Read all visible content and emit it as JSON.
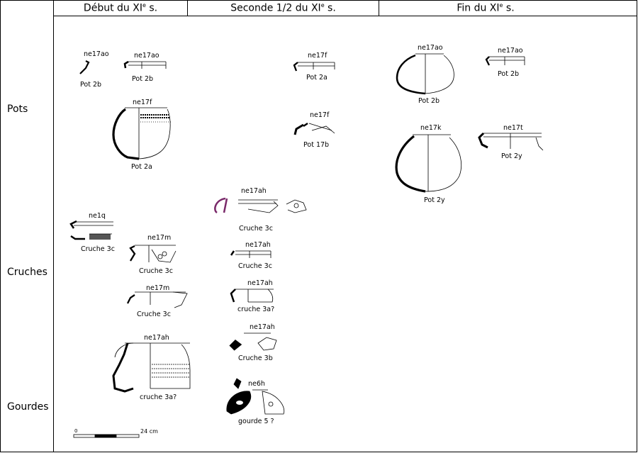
{
  "columns": [
    {
      "label": "Début du XI",
      "sup": "e",
      "suffix": " s."
    },
    {
      "label": "Seconde 1/2 du XI",
      "sup": "e",
      "suffix": " s."
    },
    {
      "label": "Fin du XI",
      "sup": "e",
      "suffix": " s."
    }
  ],
  "rows": [
    "Pots",
    "Cruches",
    "Gourdes"
  ],
  "items": [
    {
      "code": "ne17ao",
      "name": "Pot 2b"
    },
    {
      "code": "ne17ao",
      "name": "Pot 2b"
    },
    {
      "code": "ne17f",
      "name": "Pot 2a"
    },
    {
      "code": "ne1q",
      "name": "Cruche 3c"
    },
    {
      "code": "ne17m",
      "name": "Cruche 3c"
    },
    {
      "code": "ne17m",
      "name": "Cruche 3c"
    },
    {
      "code": "ne17ah",
      "name": "cruche 3a?"
    },
    {
      "code": "ne17f",
      "name": "Pot 2a"
    },
    {
      "code": "ne17f",
      "name": "Pot 17b"
    },
    {
      "code": "ne17ah",
      "name": "Cruche 3c"
    },
    {
      "code": "ne17ah",
      "name": "Cruche 3c"
    },
    {
      "code": "ne17ah",
      "name": "cruche 3a?"
    },
    {
      "code": "ne17ah",
      "name": "Cruche 3b"
    },
    {
      "code": "ne6h",
      "name": "gourde 5 ?"
    },
    {
      "code": "ne17ao",
      "name": "Pot 2b"
    },
    {
      "code": "ne17ao",
      "name": "Pot 2b"
    },
    {
      "code": "ne17k",
      "name": "Pot 2y"
    },
    {
      "code": "ne17t",
      "name": "Pot 2y"
    }
  ],
  "scale": {
    "start": "0",
    "end": "24 cm"
  }
}
